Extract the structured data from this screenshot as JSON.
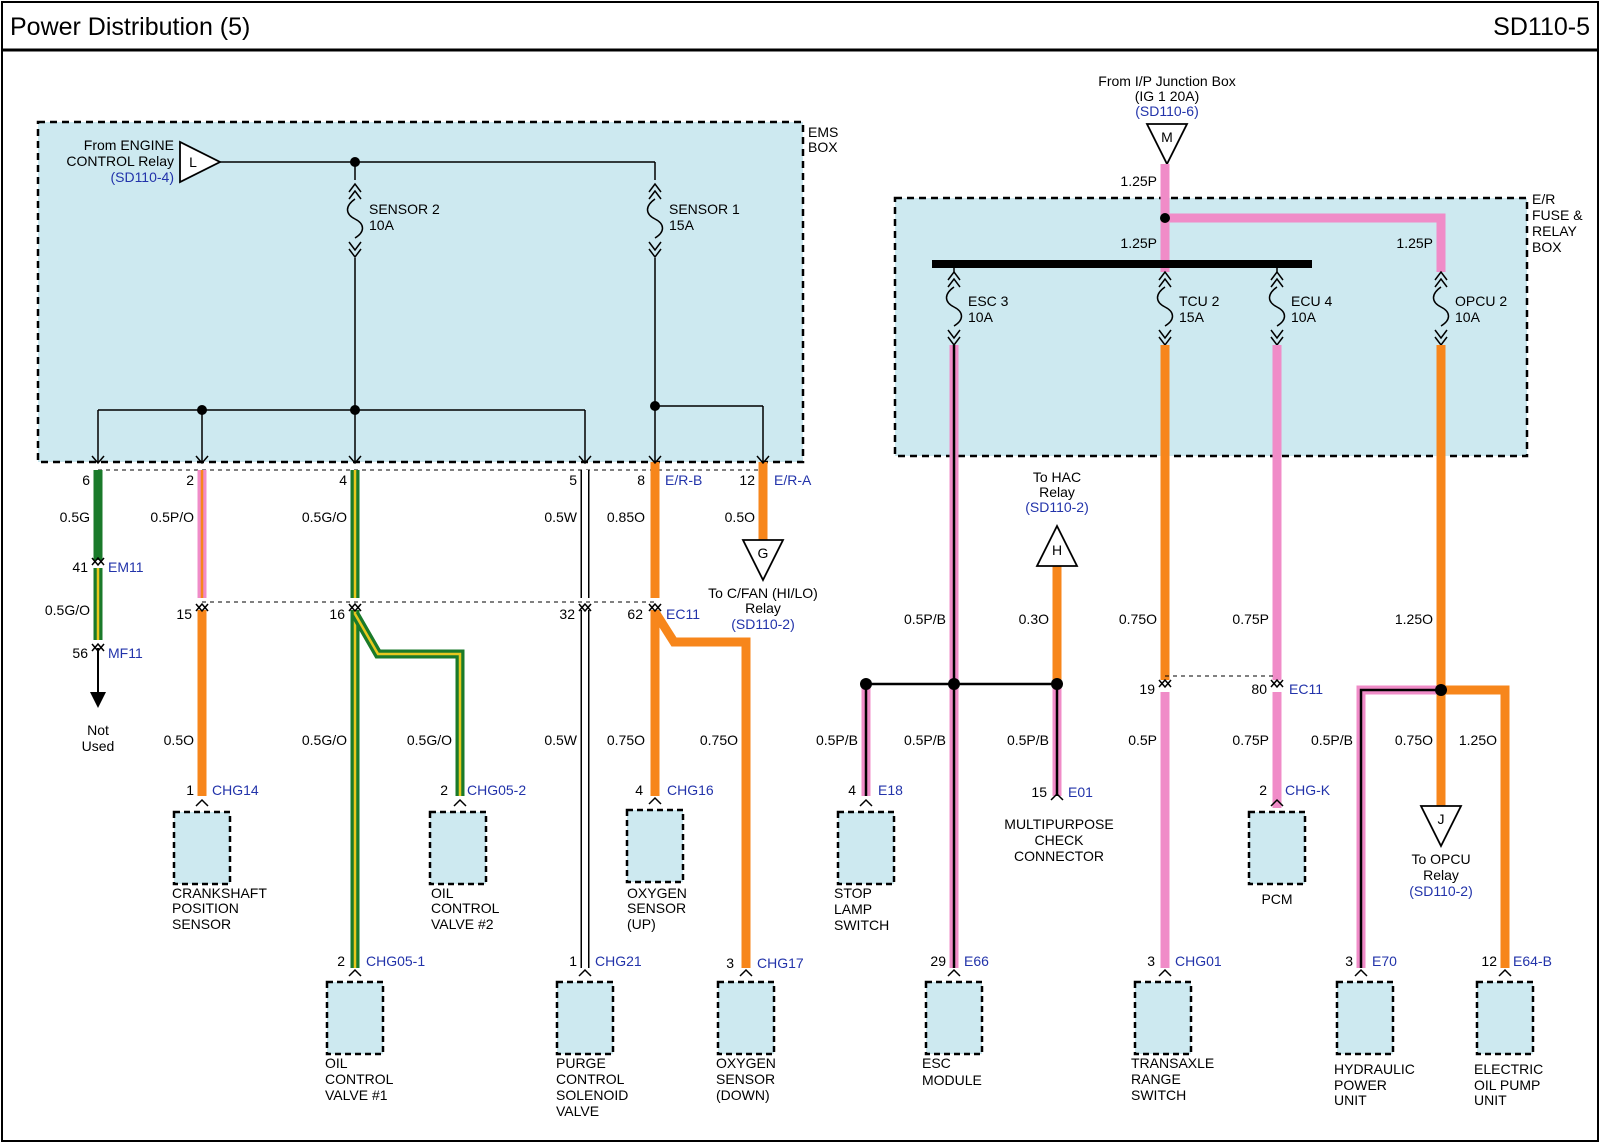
{
  "header": {
    "title": "Power Distribution (5)",
    "code": "SD110-5"
  },
  "colors": {
    "box_fill": "#cde9f0",
    "green": "#1a7a2a",
    "pink": "#f08cc8",
    "orange": "#f7861b",
    "yellow": "#e8c81e",
    "ref_blue": "#2233aa"
  },
  "boxes": {
    "ems": {
      "l1": "EMS",
      "l2": "BOX"
    },
    "er": {
      "l1": "E/R",
      "l2": "FUSE &",
      "l3": "RELAY",
      "l4": "BOX"
    }
  },
  "sources": {
    "L": {
      "letter": "L",
      "l1": "From ENGINE",
      "l2": "CONTROL Relay",
      "ref": "(SD110-4)"
    },
    "M": {
      "letter": "M",
      "l1": "From I/P Junction Box",
      "l2": "(IG 1 20A)",
      "ref": "(SD110-6)"
    },
    "G": {
      "letter": "G",
      "l1": "To C/FAN (HI/LO)",
      "l2": "Relay",
      "ref": "(SD110-2)"
    },
    "H": {
      "letter": "H",
      "l1": "To HAC",
      "l2": "Relay",
      "ref": "(SD110-2)"
    },
    "J": {
      "letter": "J",
      "l1": "To OPCU",
      "l2": "Relay",
      "ref": "(SD110-2)"
    }
  },
  "fuses": {
    "sensor2": {
      "name": "SENSOR 2",
      "rating": "10A"
    },
    "sensor1": {
      "name": "SENSOR 1",
      "rating": "15A"
    },
    "esc3": {
      "name": "ESC 3",
      "rating": "10A"
    },
    "tcu2": {
      "name": "TCU 2",
      "rating": "15A"
    },
    "ecu4": {
      "name": "ECU 4",
      "rating": "10A"
    },
    "opcu2": {
      "name": "OPCU 2",
      "rating": "10A"
    }
  },
  "pins": {
    "p6": "6",
    "p2": "2",
    "p4": "4",
    "p5": "5",
    "p8": "8",
    "p12": "12",
    "p41": "41",
    "p56": "56",
    "p15": "15",
    "p16": "16",
    "p32": "32",
    "p62": "62",
    "p19": "19",
    "p80": "80"
  },
  "connectors": {
    "er_b": "E/R-B",
    "er_a": "E/R-A",
    "em11": "EM11",
    "mf11": "MF11",
    "ec11a": "EC11",
    "ec11b": "EC11"
  },
  "wires": {
    "w_05g": "0.5G",
    "w_05go_a": "0.5G/O",
    "w_05po": "0.5P/O",
    "w_05go_b": "0.5G/O",
    "w_05w_a": "0.5W",
    "w_085o": "0.85O",
    "w_05o_a": "0.5O",
    "w_05o_b": "0.5O",
    "w_05go_c": "0.5G/O",
    "w_05go_d": "0.5G/O",
    "w_05w_b": "0.5W",
    "w_075o_a": "0.75O",
    "w_075o_b": "0.75O",
    "w_125p_a": "1.25P",
    "w_125p_b": "1.25P",
    "w_125p_c": "1.25P",
    "w_05pb_a": "0.5P/B",
    "w_03o": "0.3O",
    "w_075o_c": "0.75O",
    "w_075p_a": "0.75P",
    "w_125o_a": "1.25O",
    "w_05pb_b": "0.5P/B",
    "w_05pb_c": "0.5P/B",
    "w_05pb_d": "0.5P/B",
    "w_05p": "0.5P",
    "w_075p_b": "0.75P",
    "w_05pb_e": "0.5P/B",
    "w_075o_d": "0.75O",
    "w_125o_b": "1.25O"
  },
  "not_used": {
    "l1": "Not",
    "l2": "Used"
  },
  "components": {
    "crank": {
      "pin": "1",
      "conn": "CHG14",
      "l1": "CRANKSHAFT",
      "l2": "POSITION",
      "l3": "SENSOR"
    },
    "ocv2": {
      "pin": "2",
      "conn": "CHG05-2",
      "l1": "OIL",
      "l2": "CONTROL",
      "l3": "VALVE #2"
    },
    "o2up": {
      "pin": "4",
      "conn": "CHG16",
      "l1": "OXYGEN",
      "l2": "SENSOR",
      "l3": "(UP)"
    },
    "ocv1": {
      "pin": "2",
      "conn": "CHG05-1",
      "l1": "OIL",
      "l2": "CONTROL",
      "l3": "VALVE #1"
    },
    "purge": {
      "pin": "1",
      "conn": "CHG21",
      "l1": "PURGE",
      "l2": "CONTROL",
      "l3": "SOLENOID",
      "l4": "VALVE"
    },
    "o2down": {
      "pin": "3",
      "conn": "CHG17",
      "l1": "OXYGEN",
      "l2": "SENSOR",
      "l3": "(DOWN)"
    },
    "stop": {
      "pin": "4",
      "conn": "E18",
      "l1": "STOP",
      "l2": "LAMP",
      "l3": "SWITCH"
    },
    "mpc": {
      "pin": "15",
      "conn": "E01",
      "l1": "MULTIPURPOSE",
      "l2": "CHECK",
      "l3": "CONNECTOR"
    },
    "esc": {
      "pin": "29",
      "conn": "E66",
      "l1": "ESC",
      "l2": "MODULE"
    },
    "trs": {
      "pin": "3",
      "conn": "CHG01",
      "l1": "TRANSAXLE",
      "l2": "RANGE",
      "l3": "SWITCH"
    },
    "pcm": {
      "pin": "2",
      "conn": "CHG-K",
      "l1": "PCM"
    },
    "hpu": {
      "pin": "3",
      "conn": "E70",
      "l1": "HYDRAULIC",
      "l2": "POWER",
      "l3": "UNIT"
    },
    "eop": {
      "pin": "12",
      "conn": "E64-B",
      "l1": "ELECTRIC",
      "l2": "OIL PUMP",
      "l3": "UNIT"
    }
  }
}
